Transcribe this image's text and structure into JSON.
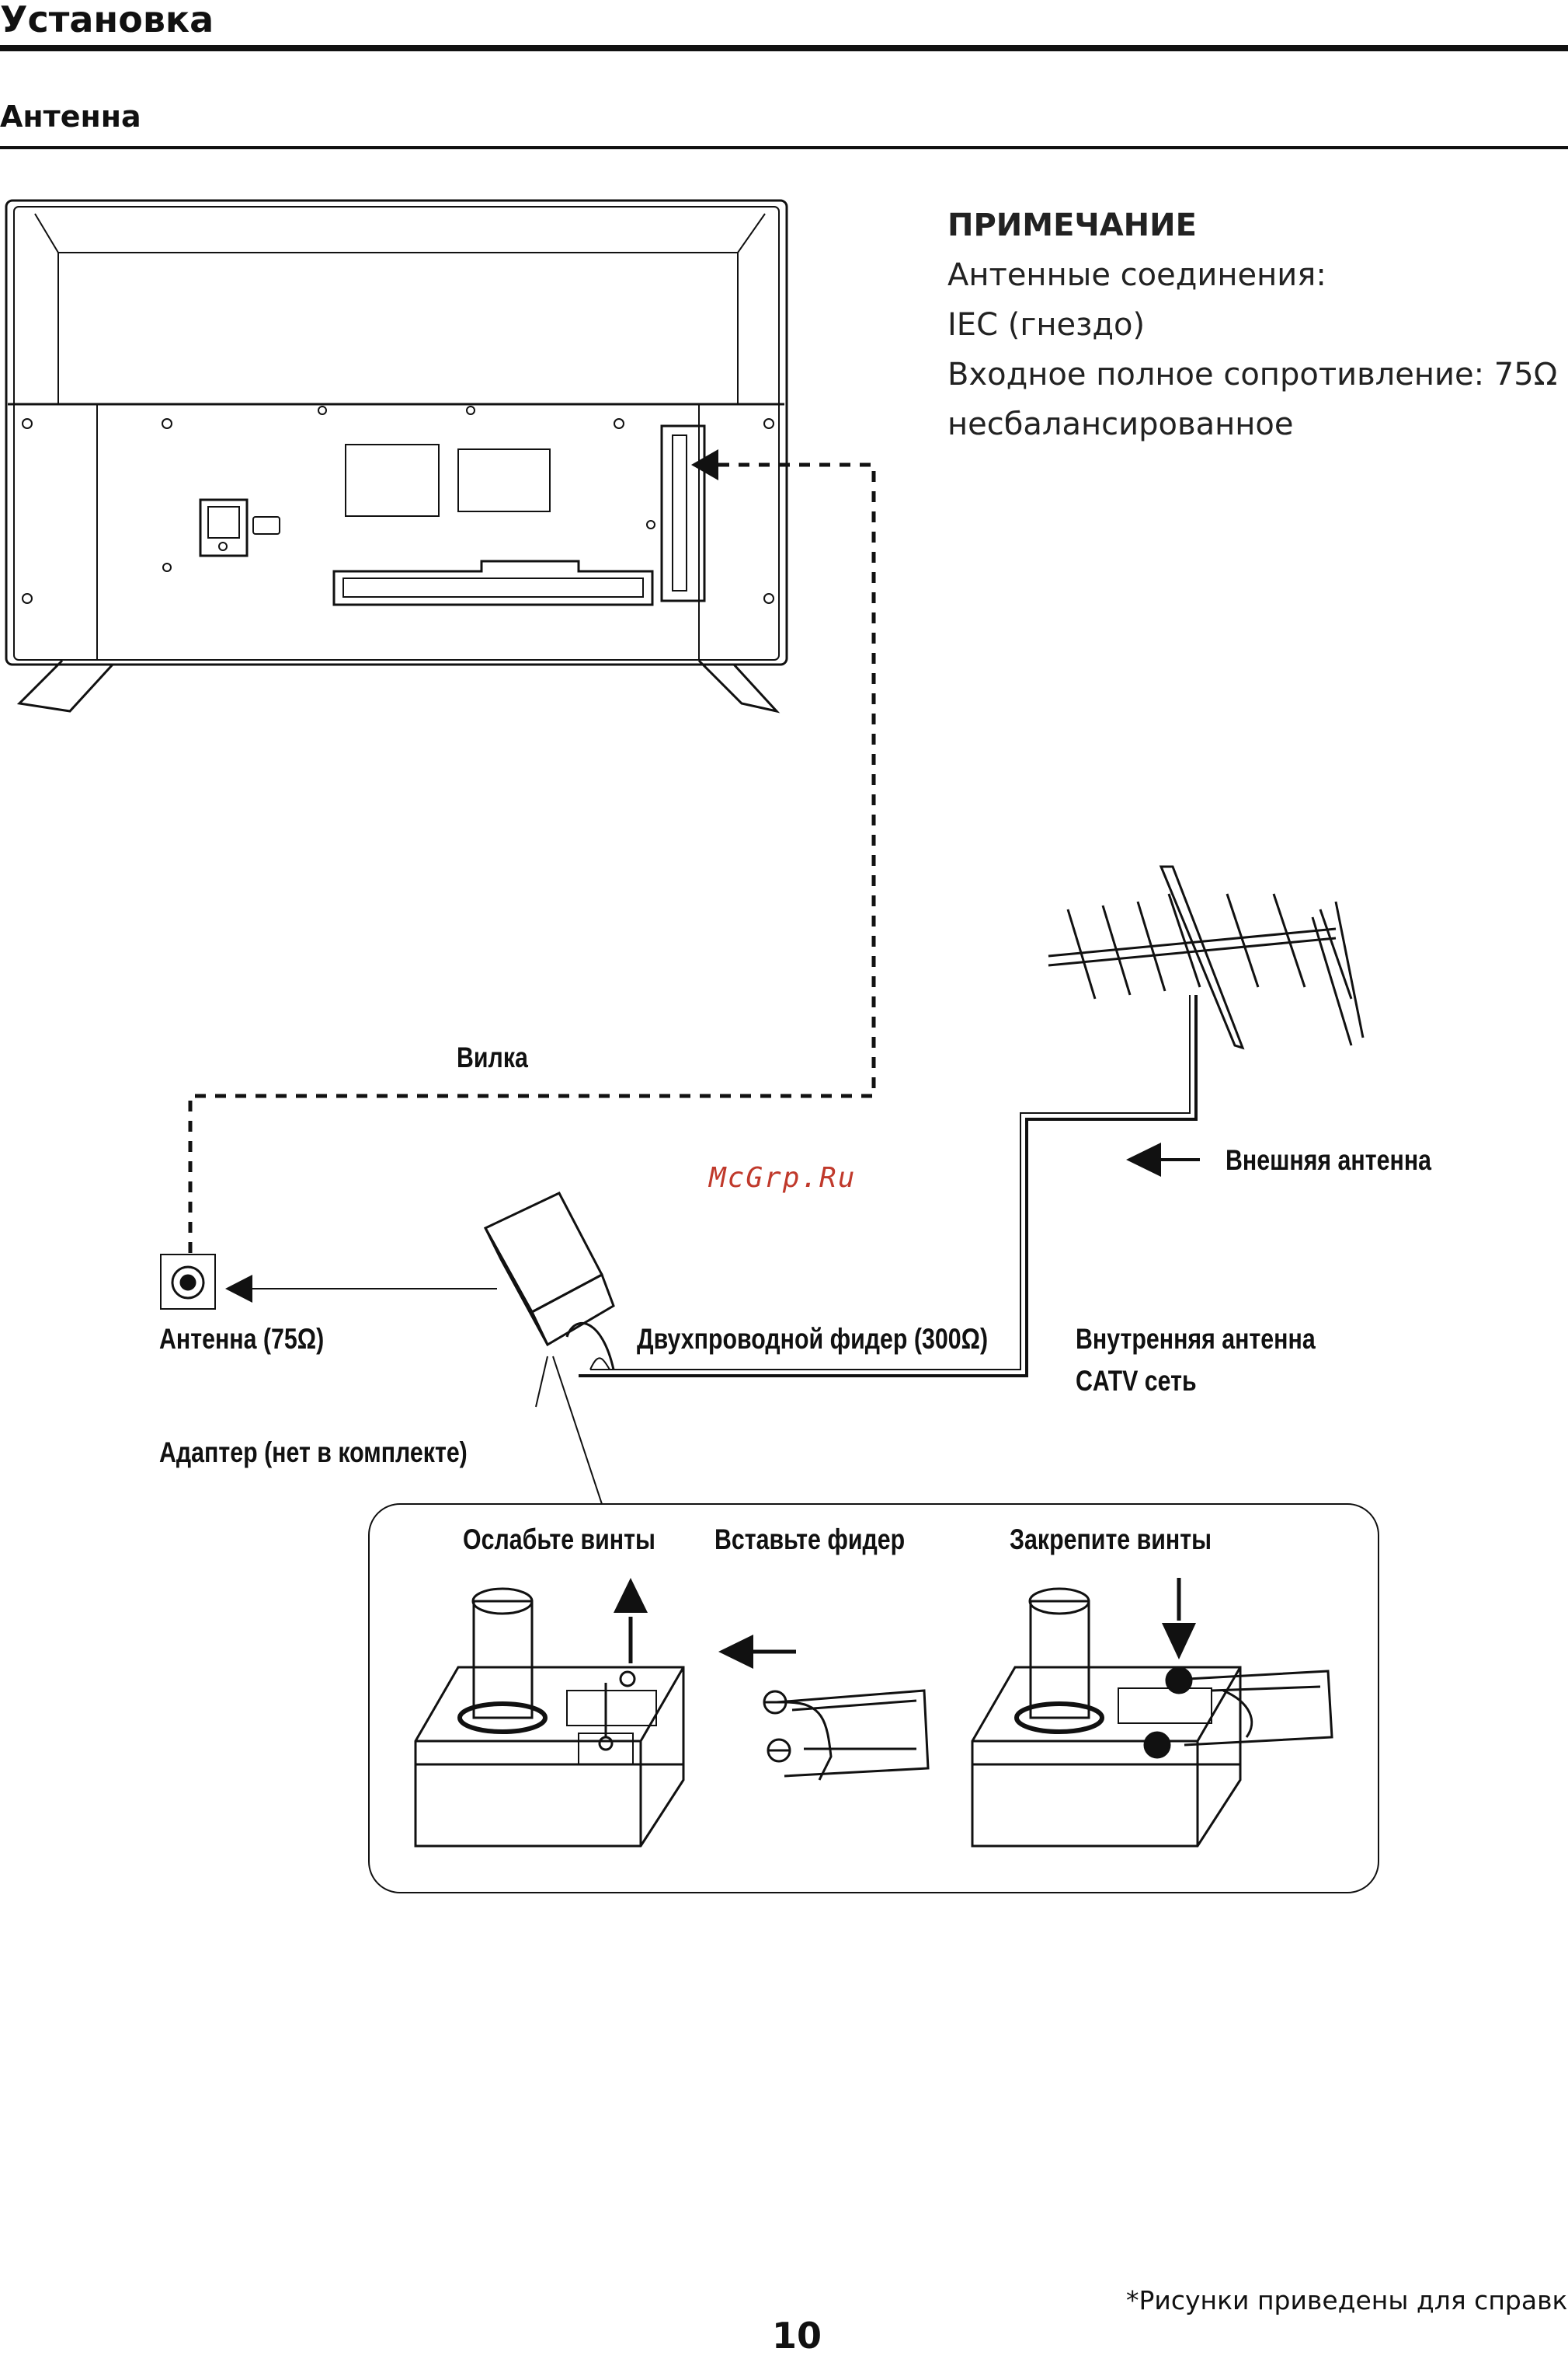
{
  "header": {
    "title": "Установка"
  },
  "section": {
    "title": "Антенна"
  },
  "note": {
    "title": "ПРИМЕЧАНИЕ",
    "lines": [
      "Антенные соединения:",
      "IEC (гнездо)",
      "Входное полное сопротивление: 75Ω",
      "несбалансированное"
    ]
  },
  "labels": {
    "plug": "Вилка",
    "external_antenna": "Внешняя антенна",
    "antenna_75": "Антенна (75Ω)",
    "feeder_300": "Двухпроводной фидер (300Ω)",
    "indoor_antenna": "Внутренняя антенна",
    "catv": "CATV сеть",
    "adapter": "Адаптер (нет в комплекте)",
    "loosen": "Ослабьте винты",
    "insert": "Вставьте фидер",
    "fasten": "Закрепите винты"
  },
  "watermark": "McGrp.Ru",
  "footer": {
    "note": "*Рисунки приведены для справки",
    "page_number": "10"
  }
}
